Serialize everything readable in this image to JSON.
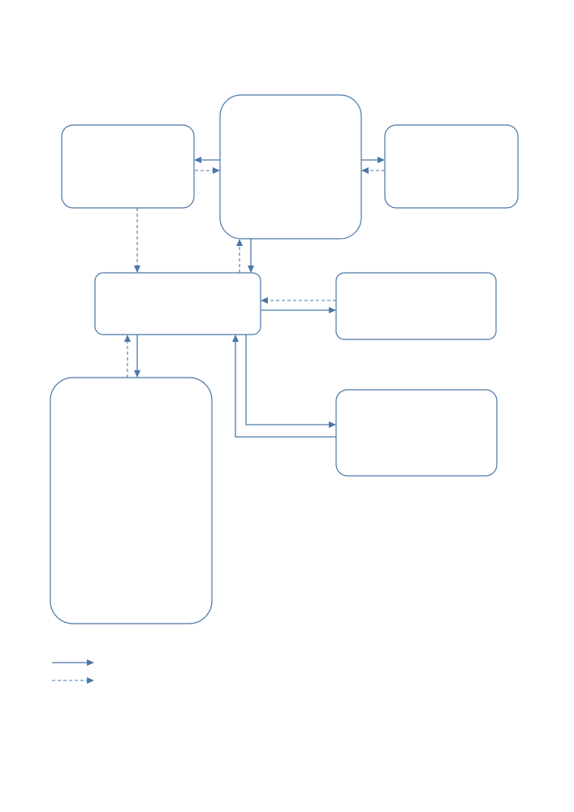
{
  "diagram": {
    "stroke_color": "#4a77a8",
    "box_fill": "#ffffff",
    "boxes": [
      {
        "id": "top-left-box",
        "text": ""
      },
      {
        "id": "top-center-box",
        "text": ""
      },
      {
        "id": "top-right-box",
        "text": ""
      },
      {
        "id": "middle-hub-box",
        "text": ""
      },
      {
        "id": "right-upper-box",
        "text": ""
      },
      {
        "id": "right-lower-box",
        "text": ""
      },
      {
        "id": "bottom-left-tall-box",
        "text": ""
      }
    ],
    "connectors": [
      {
        "from": "top-center-box",
        "to": "top-left-box",
        "style": "solid"
      },
      {
        "from": "top-left-box",
        "to": "top-center-box",
        "style": "dashed"
      },
      {
        "from": "top-center-box",
        "to": "top-right-box",
        "style": "solid"
      },
      {
        "from": "top-right-box",
        "to": "top-center-box",
        "style": "dashed"
      },
      {
        "from": "top-left-box",
        "to": "middle-hub-box",
        "style": "dashed"
      },
      {
        "from": "middle-hub-box",
        "to": "top-center-box",
        "style": "dashed"
      },
      {
        "from": "top-center-box",
        "to": "middle-hub-box",
        "style": "solid"
      },
      {
        "from": "right-upper-box",
        "to": "middle-hub-box",
        "style": "dashed"
      },
      {
        "from": "middle-hub-box",
        "to": "right-upper-box",
        "style": "solid"
      },
      {
        "from": "bottom-left-tall-box",
        "to": "middle-hub-box",
        "style": "dashed"
      },
      {
        "from": "middle-hub-box",
        "to": "bottom-left-tall-box",
        "style": "solid"
      },
      {
        "from": "middle-hub-box",
        "to": "right-lower-box",
        "style": "solid"
      },
      {
        "from": "right-lower-box",
        "to": "middle-hub-box",
        "style": "solid"
      }
    ],
    "legend": [
      {
        "style": "solid",
        "label": ""
      },
      {
        "style": "dashed",
        "label": ""
      }
    ]
  }
}
